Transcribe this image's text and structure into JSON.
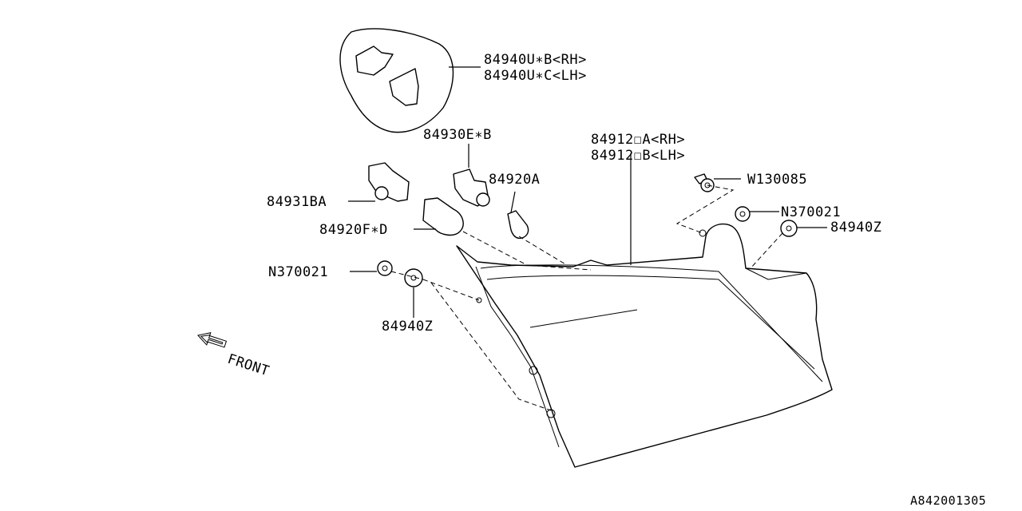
{
  "labels": {
    "cover_rh": "84940U∗B<RH>",
    "cover_lh": "84940U∗C<LH>",
    "socket_top": "84930E∗B",
    "lamp_rh": "84912☐A<RH>",
    "lamp_lh": "84912☐B<LH>",
    "bulb_84920a": "84920A",
    "bolt_w130085": "W130085",
    "socket_84931ba": "84931BA",
    "nut_right": "N370021",
    "bulb_84920f": "84920F∗D",
    "grommet_right": "84940Z",
    "nut_left": "N370021",
    "grommet_left": "84940Z",
    "front": "FRONT",
    "ref_code": "A842001305"
  }
}
